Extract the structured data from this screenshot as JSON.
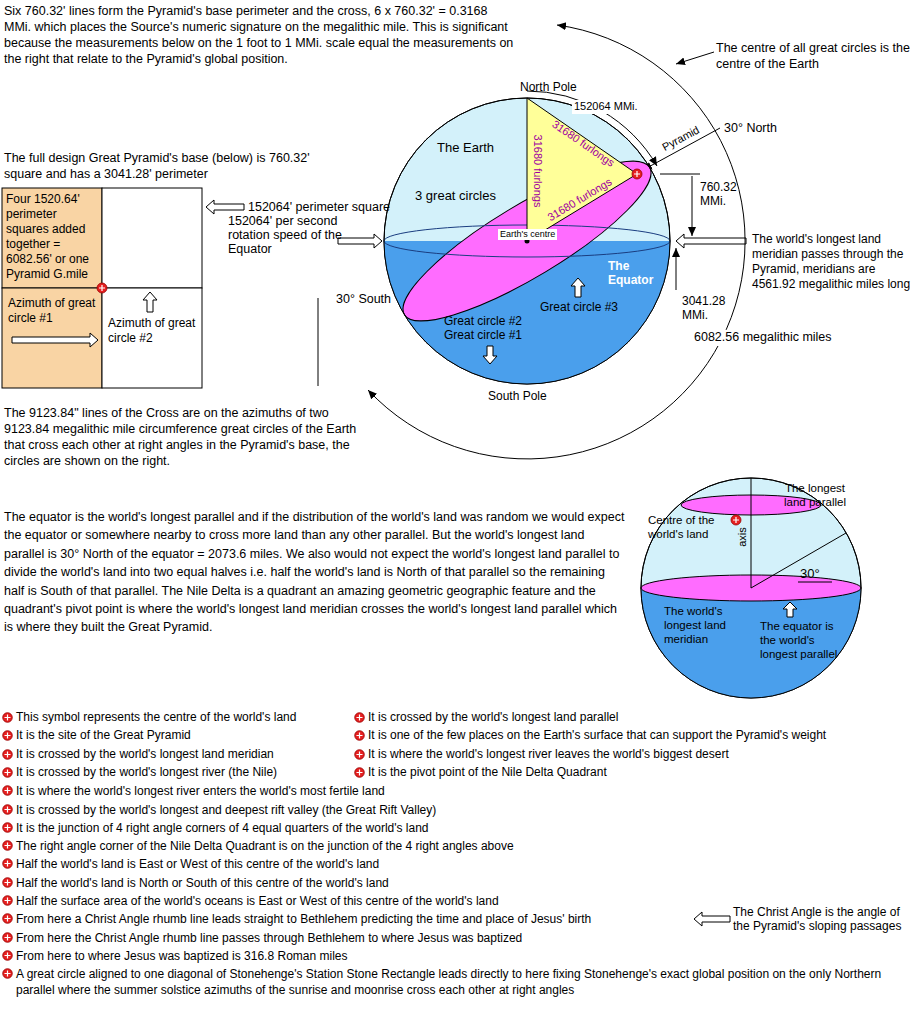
{
  "diagram": {
    "nodes": [
      {
        "text": [
          "Four 1520.64' perimeter squares added together = 6082.56' or one Pyramid G.mile"
        ]
      },
      {
        "text": [
          "Azimuth of great circle #1"
        ]
      },
      {
        "text": [
          "Azimuth of great circle #2"
        ]
      },
      {
        "text": [
          "The Earth",
          "3 great circles",
          "31680 furlongs",
          "31680 furlongs",
          "31680 furlongs",
          "Earth's centre",
          "The Equator",
          "Great circle #3",
          "Great circle #2",
          "Great circle #1"
        ]
      },
      {
        "text": [
          "axis",
          "The longest land parallel",
          "Centre of the world's land",
          "30°",
          "The world's longest land meridian",
          "The equator is the world's longest parallel"
        ]
      }
    ],
    "labels": [
      "Six 760.32' lines form the Pyramid's base perimeter and the cross, 6 x 760.32' = 0.3168 MMi. which places the Source's numeric signature on the megalithic mile. This is significant because the measurements below on the 1 foot to 1 MMi. scale equal the measurements on the right that relate to the Pyramid's global position.",
      "The centre of all great circles is the centre of the Earth",
      "North Pole",
      "152064 MMi.",
      "Pyramid",
      "30° North",
      "760.32 MMi.",
      "The world's longest land meridian passes through the Pyramid, meridians are 4561.92 megalithic miles long",
      "3041.28 MMi.",
      "6082.56 megalithic miles",
      "30° South",
      "South Pole",
      "The full design Great Pyramid's base (below) is 760.32' square and has a 3041.28' perimeter",
      "152064' perimeter square",
      "152064' per second rotation speed of the Equator",
      "The 9123.84\" lines of the Cross are on the azimuths of two 9123.84 megalithic mile circumference great circles of the Earth that cross each other at right angles in the Pyramid's base, the circles are shown on the right.",
      "The equator is the world's longest parallel and if the distribution of the world's land was random we would expect the equator or somewhere nearby to cross more land than any other parallel. But the world's longest land parallel is 30° North of the equator = 2073.6 miles. We also would not expect the world's longest land parallel to divide the world's land into two equal halves i.e. half the world's land is North of that parallel so the remaining half is South of that parallel. The Nile Delta is a quadrant an amazing geometric geographic feature and the quadrant's pivot point is where the world's longest land meridian crosses the world's longest land parallel which is where they built the Great Pyramid.",
      "This symbol represents the centre of the world's land",
      "It is crossed by the world's longest land parallel",
      "It is the site of the Great Pyramid",
      "It is one of the few places on the Earth's surface that can support the Pyramid's weight",
      "It is crossed by the world's longest land meridian",
      "It is where the world's longest river leaves the world's biggest desert",
      "It is crossed by the world's longest river (the Nile)",
      "It is the pivot point of the Nile Delta Quadrant",
      "It is where the world's longest river enters the world's most fertile land",
      "It is crossed by the world's longest and deepest rift valley (the Great Rift Valley)",
      "It is the junction of 4 right angle corners of 4 equal quarters of the world's land",
      "The right angle corner of the Nile Delta Quadrant is on the junction of the 4 right angles above",
      "Half the world's land is East or West of this centre of the world's land",
      "Half the world's land is North or South of this centre of the world's land",
      "Half the surface area of the world's oceans is East or West of this centre of the world's land",
      "From here a Christ Angle rhumb line leads straight to Bethlehem predicting the time and place of Jesus' birth",
      "From here the Christ Angle rhumb line passes through Bethlehem to where Jesus was baptized",
      "From here to where Jesus was baptized is 316.8 Roman miles",
      "A great circle aligned to one diagonal of Stonehenge's Station Stone Rectangle leads directly to here fixing Stonehenge's exact global position on the only Northern parallel where the summer solstice azimuths of the sunrise and moonrise cross each other at right angles",
      "The Christ Angle is the angle of the Pyramid's sloping passages"
    ]
  }
}
